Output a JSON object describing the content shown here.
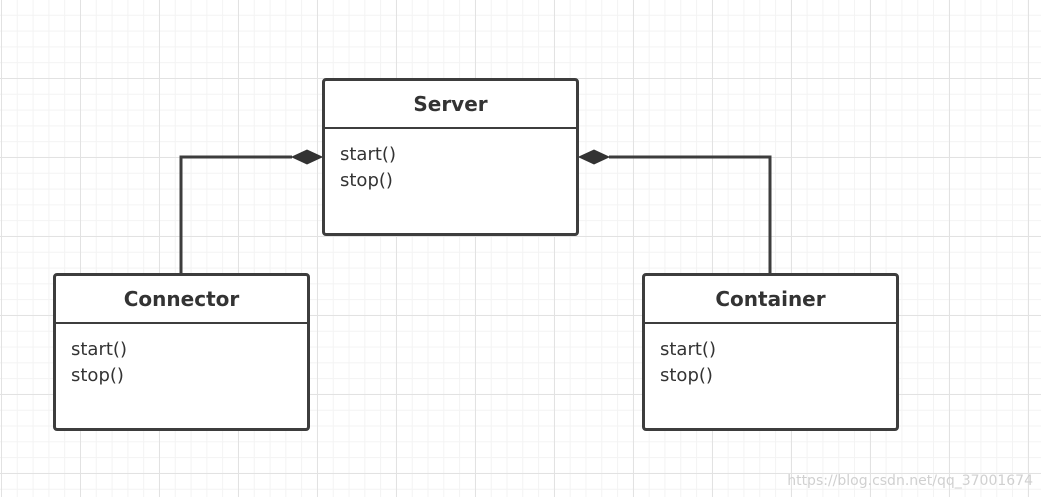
{
  "diagram": {
    "classes": [
      {
        "id": "server",
        "name": "Server",
        "methods": [
          "start()",
          "stop()"
        ]
      },
      {
        "id": "connector",
        "name": "Connector",
        "methods": [
          "start()",
          "stop()"
        ]
      },
      {
        "id": "container",
        "name": "Container",
        "methods": [
          "start()",
          "stop()"
        ]
      }
    ],
    "relationships": [
      {
        "type": "composition",
        "whole": "Server",
        "part": "Connector"
      },
      {
        "type": "composition",
        "whole": "Server",
        "part": "Container"
      }
    ]
  },
  "watermark": "https://blog.csdn.net/qq_37001674"
}
